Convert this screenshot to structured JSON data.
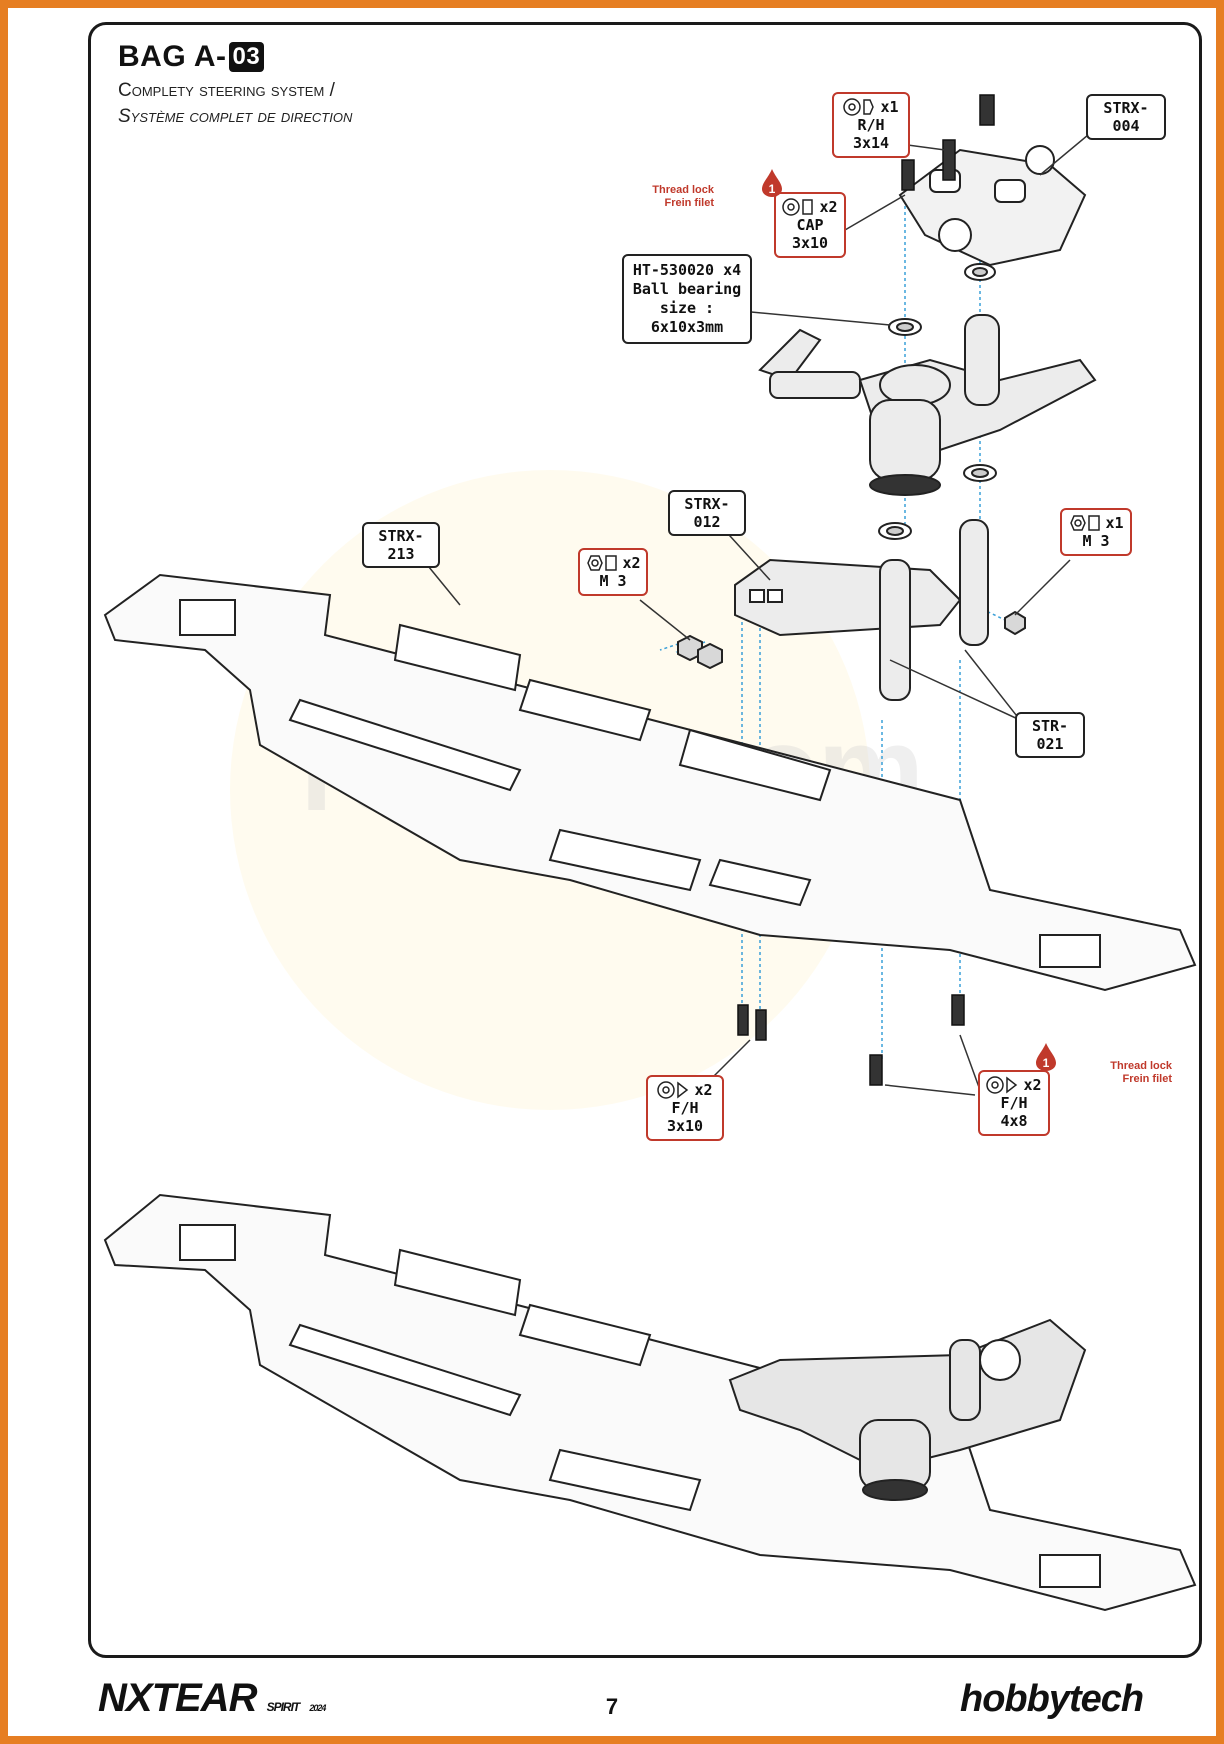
{
  "header": {
    "bag_prefix": "BAG A-",
    "bag_number": "03",
    "subtitle_en": "Complety steering system /",
    "subtitle_fr": "Système complet de direction"
  },
  "labels": {
    "strx_004": "STRX-004",
    "strx_012": "STRX-012",
    "strx_213": "STRX-213",
    "str_021": "STR-021"
  },
  "bearing_note": {
    "line1": "HT-530020  x4",
    "line2": "Ball bearing size :",
    "line3": "6x10x3mm"
  },
  "hardware": {
    "rh_3x14": {
      "qty": "x1",
      "name": "R/H 3x14"
    },
    "cap_3x10": {
      "qty": "x2",
      "name": "CAP 3x10"
    },
    "m3_nut_x2": {
      "qty": "x2",
      "name": "M 3"
    },
    "m3_nut_x1": {
      "qty": "x1",
      "name": "M 3"
    },
    "fh_3x10": {
      "qty": "x2",
      "name": "F/H 3x10"
    },
    "fh_4x8": {
      "qty": "x2",
      "name": "F/H 4x8"
    }
  },
  "thread_lock": {
    "en": "Thread lock",
    "fr": "Frein filet",
    "number": "1"
  },
  "watermark_text": "rcmag.com",
  "footer": {
    "page_number": "7",
    "brand_left": "NXTEAR",
    "brand_left_small": "SPIRIT",
    "brand_left_year": "2024",
    "brand_right": "hobbytech"
  },
  "colors": {
    "accent_orange": "#e67e22",
    "hardware_red": "#c0392b",
    "guide_blue": "#3aa0d8"
  }
}
